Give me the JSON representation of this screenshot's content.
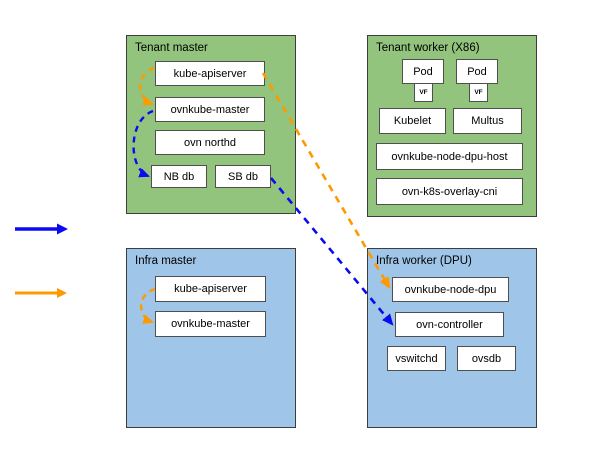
{
  "diagram": {
    "tenant_master": {
      "title": "Tenant master",
      "kube_apiserver": "kube-apiserver",
      "ovnkube_master": "ovnkube-master",
      "ovn_northd": "ovn northd",
      "nb_db": "NB db",
      "sb_db": "SB db"
    },
    "tenant_worker": {
      "title": "Tenant worker (X86)",
      "pod1": "Pod",
      "pod2": "Pod",
      "vf1": "VF",
      "vf2": "VF",
      "kubelet": "Kubelet",
      "multus": "Multus",
      "ovnkube_node_dpu_host": "ovnkube-node-dpu-host",
      "ovn_k8s_overlay_cni": "ovn-k8s-overlay-cni"
    },
    "infra_master": {
      "title": "Infra master",
      "kube_apiserver": "kube-apiserver",
      "ovnkube_master": "ovnkube-master"
    },
    "infra_worker": {
      "title": "Infra worker (DPU)",
      "ovnkube_node_dpu": "ovnkube-node-dpu",
      "ovn_controller": "ovn-controller",
      "vswitchd": "vswitchd",
      "ovsdb": "ovsdb"
    }
  },
  "colors": {
    "tenant_fill": "#93c47d",
    "infra_fill": "#9fc5e8",
    "node_fill": "#ffffff",
    "node_border": "#4f4f4f",
    "group_border": "#3d3d3d",
    "orange_line": "#ff9900",
    "blue_line": "#0b0bf0",
    "text": "#000000"
  },
  "connectors": {
    "tm_api_to_ovnkube_arc": "orange-dashed",
    "tm_ovnkube_to_nbdb_arc": "blue-dashed",
    "im_api_to_ovnkube_arc": "orange-dashed",
    "tm_api_to_iw_node_dpu_line": "orange-dashed",
    "tm_sbdb_to_iw_controller_line": "blue-dashed"
  },
  "legend": {
    "blue_arrow_color": "#0b0bf0",
    "orange_arrow_color": "#ff9900"
  }
}
